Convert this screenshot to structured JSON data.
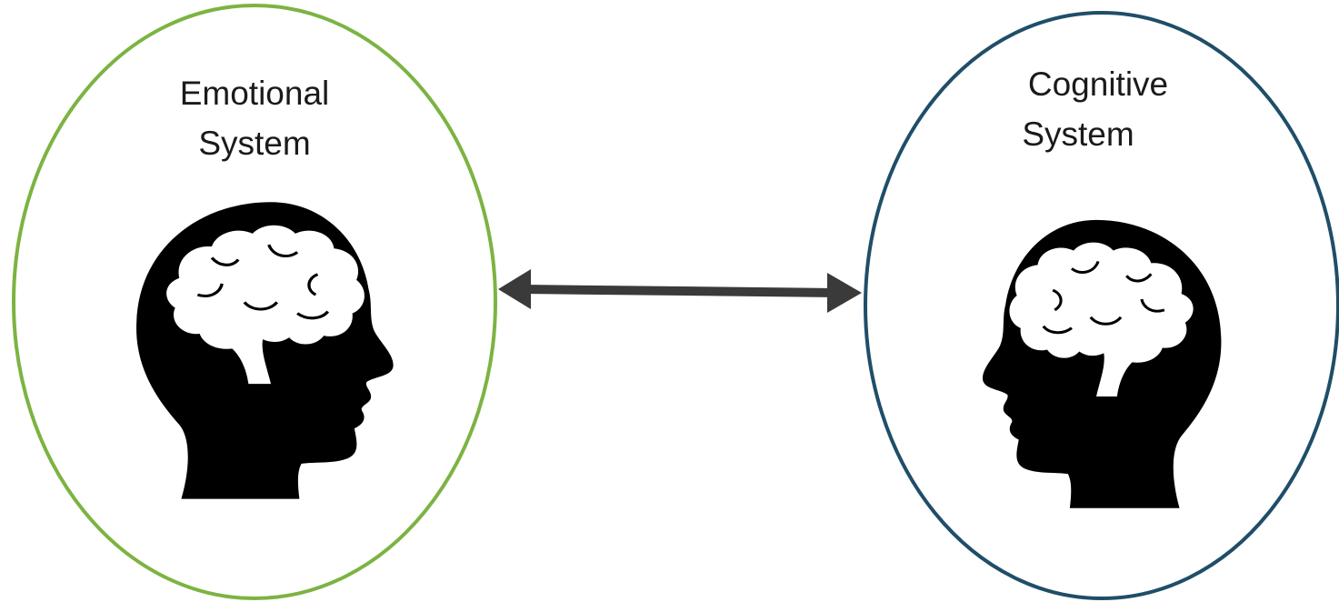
{
  "diagram": {
    "left_node": {
      "label_lines": [
        "Emotional",
        "System"
      ],
      "border_color": "#7cb342",
      "icon": "head-brain-icon",
      "facing": "right"
    },
    "right_node": {
      "label_lines": [
        "Cognitive",
        "System"
      ],
      "border_color": "#1f4e68",
      "icon": "head-brain-icon",
      "facing": "left"
    },
    "connector": {
      "type": "bidirectional-arrow",
      "color": "#3a3a3a"
    }
  }
}
